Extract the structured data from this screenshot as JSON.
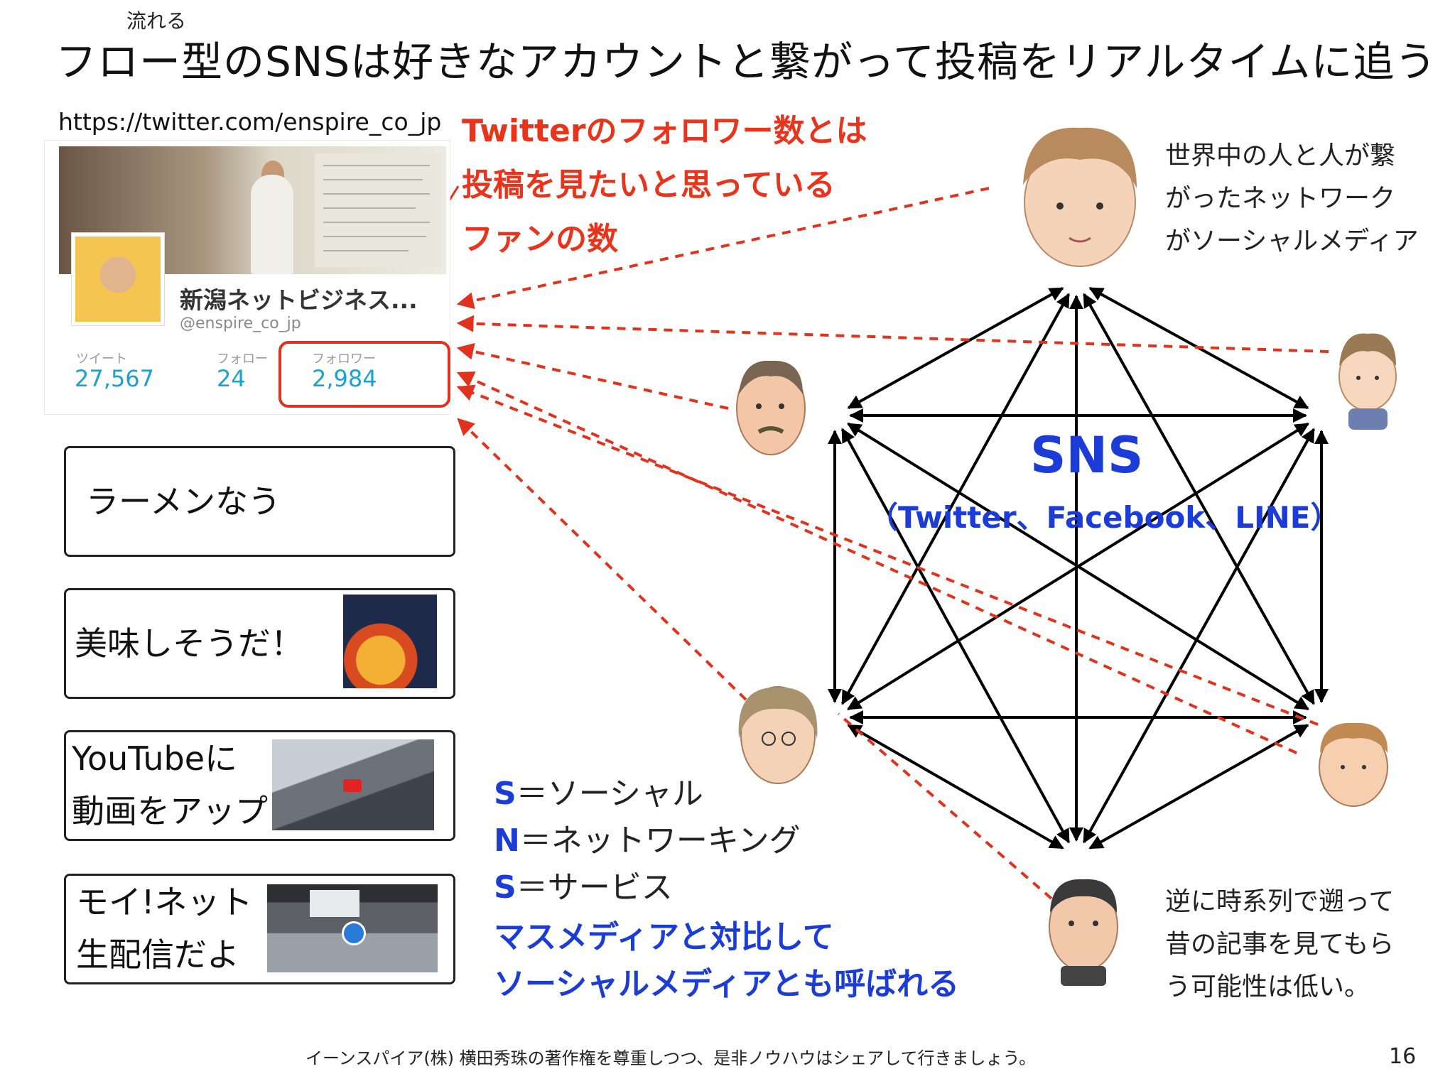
{
  "header": {
    "ruby": "流れる",
    "title": "フロー型のSNSは好きなアカウントと繋がって投稿をリアルタイムに追う"
  },
  "profile_card": {
    "url": "https://twitter.com/enspire_co_jp",
    "account_name": "新潟ネットビジネス...",
    "handle": "@enspire_co_jp",
    "stats": [
      {
        "label": "ツイート",
        "value": "27,567"
      },
      {
        "label": "フォロー",
        "value": "24"
      },
      {
        "label": "フォロワー",
        "value": "2,984"
      }
    ]
  },
  "red_note": {
    "lines": [
      "Twitterのフォロワー数とは",
      "投稿を見たいと思っている",
      "ファンの数"
    ]
  },
  "posts": [
    {
      "lines": [
        "ラーメンなう"
      ],
      "thumb": ""
    },
    {
      "lines": [
        "美味しそうだ！"
      ],
      "thumb": "food-photo"
    },
    {
      "lines": [
        "YouTubeに",
        "動画をアップ"
      ],
      "thumb": "train-video-thumbnail"
    },
    {
      "lines": [
        "モイ!ネット",
        "生配信だよ"
      ],
      "thumb": "live-stream-thumbnail"
    }
  ],
  "network": {
    "title": "SNS",
    "subtitle": "（Twitter、Facebook、LINE）"
  },
  "sns_definition": {
    "items": [
      {
        "letter": "S",
        "text": "＝ソーシャル"
      },
      {
        "letter": "N",
        "text": "＝ネットワーキング"
      },
      {
        "letter": "S",
        "text": "＝サービス"
      }
    ],
    "bold_lines": [
      "マスメディアと対比して",
      "ソーシャルメディアとも呼ばれる"
    ]
  },
  "right_note": {
    "lines": [
      "世界中の人と人が繋",
      "がったネットワーク",
      "がソーシャルメディア"
    ]
  },
  "bottom_note": {
    "lines": [
      "逆に時系列で遡って",
      "昔の記事を見てもら",
      "う可能性は低い。"
    ]
  },
  "footer": {
    "text": "イーンスパイア(株) 横田秀珠の著作権を尊重しつつ、是非ノウハウはシェアして行きましょう。",
    "page_number": "16"
  },
  "colors": {
    "red": "#e9341b",
    "blue": "#1b3cd6",
    "teal": "#1aa1d0"
  }
}
